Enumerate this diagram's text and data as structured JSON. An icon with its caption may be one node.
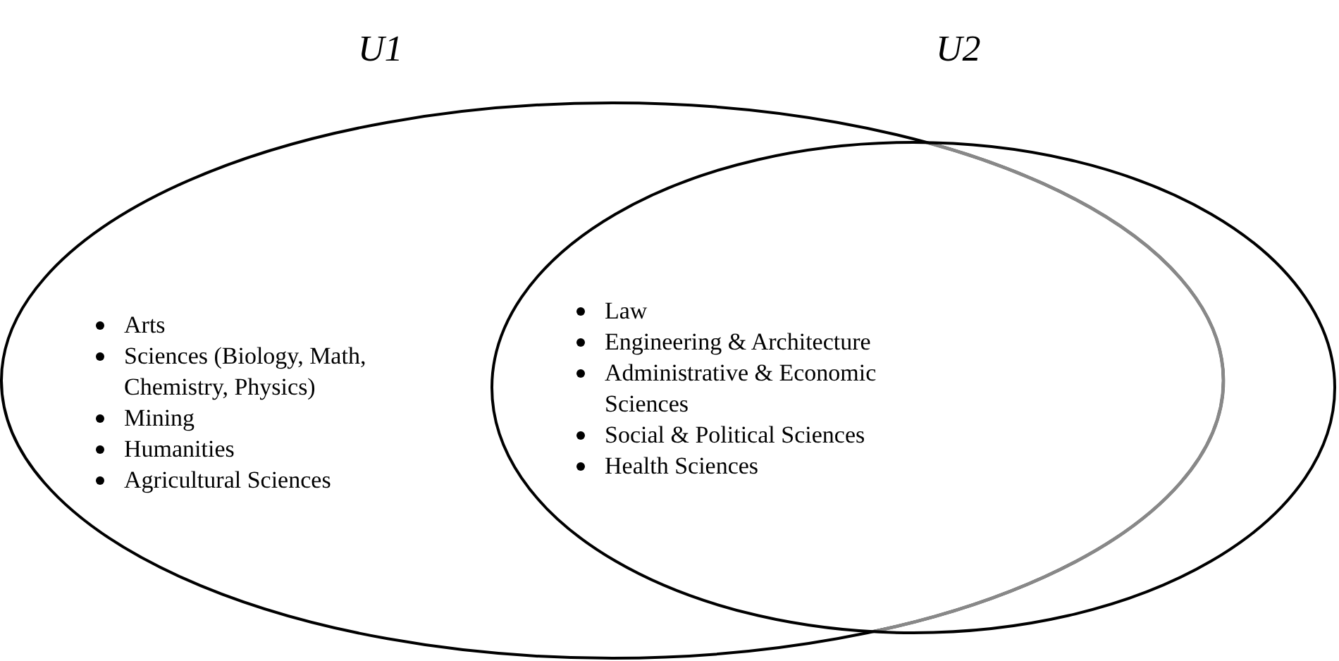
{
  "diagram": {
    "nodes": [
      {
        "text": [
          "U1",
          "Arts",
          "Sciences (Biology, Math, Chemistry, Physics)",
          "Mining",
          "Humanities",
          "Agricultural Sciences"
        ]
      },
      {
        "text": [
          "U2",
          "Law",
          "Engineering & Architecture",
          "Administrative & Economic Sciences",
          "Social & Political Sciences",
          "Health Sciences"
        ]
      }
    ]
  }
}
